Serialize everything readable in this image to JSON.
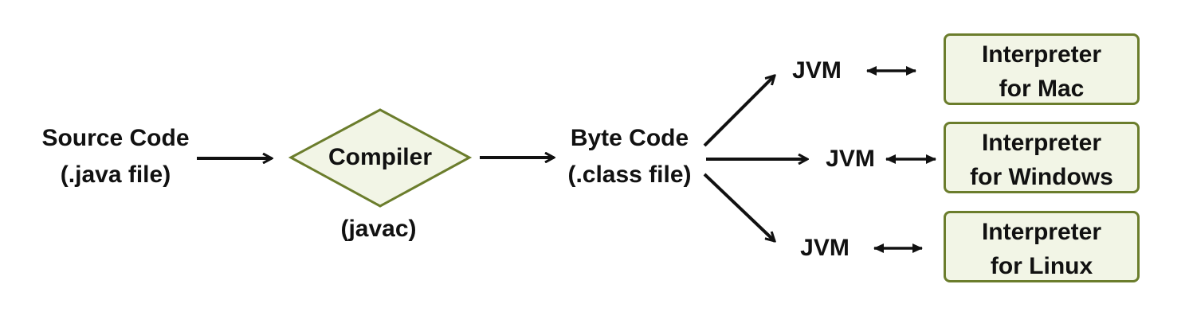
{
  "source": {
    "line1": "Source Code",
    "line2": "(.java file)"
  },
  "compiler": {
    "label": "Compiler",
    "caption": "(javac)"
  },
  "bytecode": {
    "line1": "Byte Code",
    "line2": "(.class file)"
  },
  "jvm": [
    "JVM",
    "JVM",
    "JVM"
  ],
  "interpreters": [
    {
      "line1": "Interpreter",
      "line2": "for Mac"
    },
    {
      "line1": "Interpreter",
      "line2": "for Windows"
    },
    {
      "line1": "Interpreter",
      "line2": "for Linux"
    }
  ],
  "colors": {
    "diamond_stroke": "#6b7d2c",
    "diamond_fill": "#f2f5e6",
    "box_stroke": "#6b7d2c",
    "box_fill": "#f2f5e6",
    "arrow": "#111111"
  }
}
